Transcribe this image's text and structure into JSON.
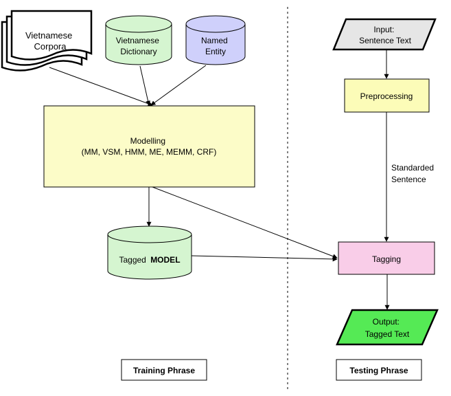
{
  "nodes": {
    "corpora": {
      "lines": [
        "Vietnamese",
        "Corpora"
      ]
    },
    "dictionary": {
      "lines": [
        "Vietnamese",
        "Dictionary"
      ]
    },
    "named_entity": {
      "lines": [
        "Named",
        "Entity"
      ]
    },
    "modelling": {
      "lines": [
        "Modelling",
        "(MM, VSM, HMM, ME, MEMM, CRF)"
      ]
    },
    "tagged_model": {
      "prefix": "Tagged",
      "bold": "MODEL"
    },
    "input": {
      "lines": [
        "Input:",
        "Sentence Text"
      ]
    },
    "preprocessing": {
      "label": "Preprocessing"
    },
    "tagging": {
      "label": "Tagging"
    },
    "output": {
      "lines": [
        "Output:",
        "Tagged Text"
      ]
    }
  },
  "edge_labels": {
    "standarded": [
      "Standarded",
      "Sentence"
    ]
  },
  "phases": {
    "training": "Training Phrase",
    "testing": "Testing Phrase"
  },
  "colors": {
    "dictionary_fill": "#d5f5d0",
    "named_entity_fill": "#cfd0fb",
    "modelling_fill": "#fcfcc8",
    "tagged_model_fill": "#d5f5d0",
    "input_fill": "#e6e6e6",
    "preprocessing_fill": "#fcfcb8",
    "tagging_fill": "#f9cde8",
    "output_fill": "#55ea55",
    "stroke": "#000000"
  }
}
